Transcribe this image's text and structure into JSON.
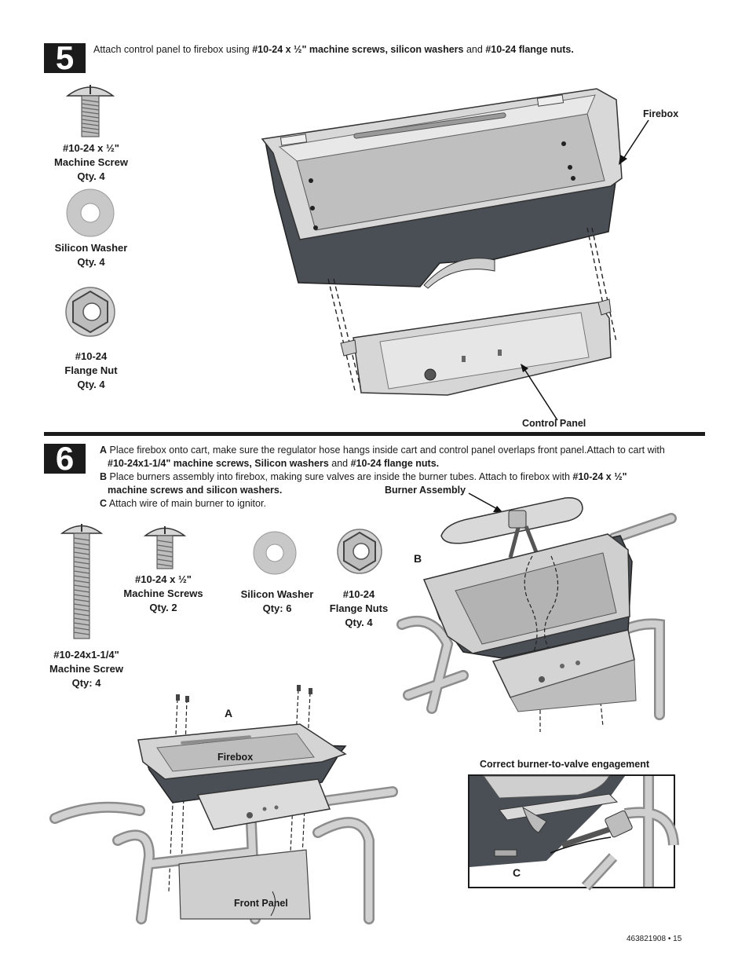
{
  "step5": {
    "number": "5",
    "instruction_prefix": "Attach control panel to firebox using ",
    "instruction_bold_1": "#10-24 x ½\" machine screws, silicon washers",
    "instruction_mid": " and ",
    "instruction_bold_2": "#10-24 flange nuts.",
    "parts": [
      {
        "lines": [
          "#10-24 x ½\"",
          "Machine Screw",
          "Qty. 4"
        ],
        "icon": "machine-screw-icon"
      },
      {
        "lines": [
          "Silicon Washer",
          "Qty. 4"
        ],
        "icon": "washer-icon"
      },
      {
        "lines": [
          "#10-24",
          "Flange Nut",
          "Qty. 4"
        ],
        "icon": "flange-nut-icon"
      }
    ],
    "callouts": {
      "firebox": "Firebox",
      "control_panel": "Control Panel"
    }
  },
  "step6": {
    "number": "6",
    "line_a_letter": "A",
    "line_a_text": " Place firebox onto cart, make sure the regulator hose hangs inside cart and control panel overlaps front panel.Attach to cart with",
    "line_a2_bold_1": "#10-24x1-1/4\" machine screws, Silicon washers",
    "line_a2_mid": " and ",
    "line_a2_bold_2": "#10-24 flange nuts.",
    "line_b_letter": "B",
    "line_b_text": " Place  burners assembly into firebox, making sure valves are inside the burner tubes. Attach to firebox with ",
    "line_b_bold": "#10-24 x ½\"",
    "line_b2_bold": "machine screws and silicon washers.",
    "line_c_letter": "C",
    "line_c_text": " Attach wire of main burner to ignitor.",
    "parts": [
      {
        "lines": [
          "#10-24x1-1/4\"",
          "Machine Screw",
          "Qty: 4"
        ],
        "icon": "long-machine-screw-icon"
      },
      {
        "lines": [
          "#10-24 x ½\"",
          "Machine Screws",
          "Qty. 2"
        ],
        "icon": "machine-screw-icon"
      },
      {
        "lines": [
          "Silicon Washer",
          "Qty: 6"
        ],
        "icon": "washer-icon"
      },
      {
        "lines": [
          "#10-24",
          "Flange Nuts",
          "Qty. 4"
        ],
        "icon": "flange-nut-icon"
      }
    ],
    "callouts": {
      "burner_assembly": "Burner Assembly",
      "firebox": "Firebox",
      "front_panel": "Front Panel",
      "correct_engagement": "Correct burner-to-valve engagement"
    },
    "letters": {
      "a": "A",
      "b": "B",
      "c": "C"
    }
  },
  "footer": {
    "doc_number": "463821908",
    "separator": "•",
    "page": "15"
  },
  "colors": {
    "ink": "#1b1b1b",
    "metal_light": "#cfcfcf",
    "metal_dark": "#4a4f55"
  }
}
